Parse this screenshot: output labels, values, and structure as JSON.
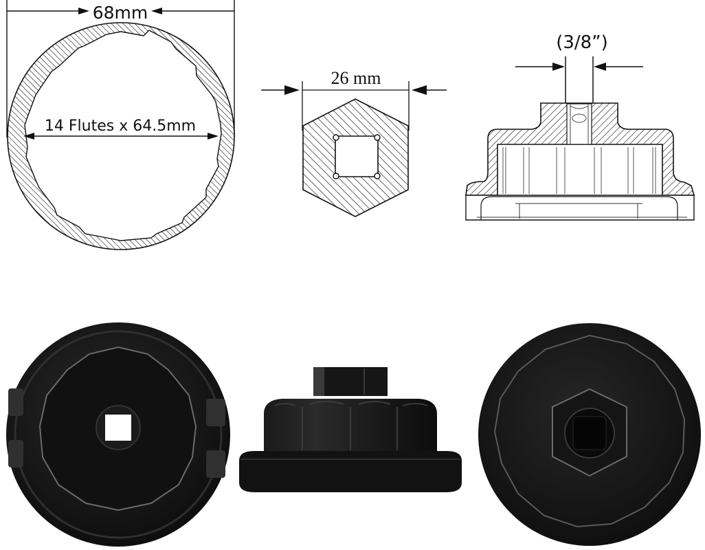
{
  "diagram": {
    "subject": "oil filter cap wrench",
    "top_row": [
      {
        "id": "end-view",
        "dimension_outer": "68mm",
        "dimension_inner": "14 Flutes x 64.5mm"
      },
      {
        "id": "drive-hex",
        "dimension": "26 mm"
      },
      {
        "id": "cross-section",
        "dimension": "(3/8”)"
      }
    ],
    "bottom_row": [
      {
        "id": "photo-inside-view",
        "description": "inside view of fluted cup with square drive hole"
      },
      {
        "id": "photo-side-view",
        "description": "side view with hex drive boss"
      },
      {
        "id": "photo-top-view",
        "description": "top view with hex boss and square drive"
      }
    ],
    "colors": {
      "line": "#111111",
      "hatch": "#222222",
      "tool_black": "#151515",
      "tool_highlight": "#5a5a5a",
      "background": "#ffffff"
    }
  }
}
